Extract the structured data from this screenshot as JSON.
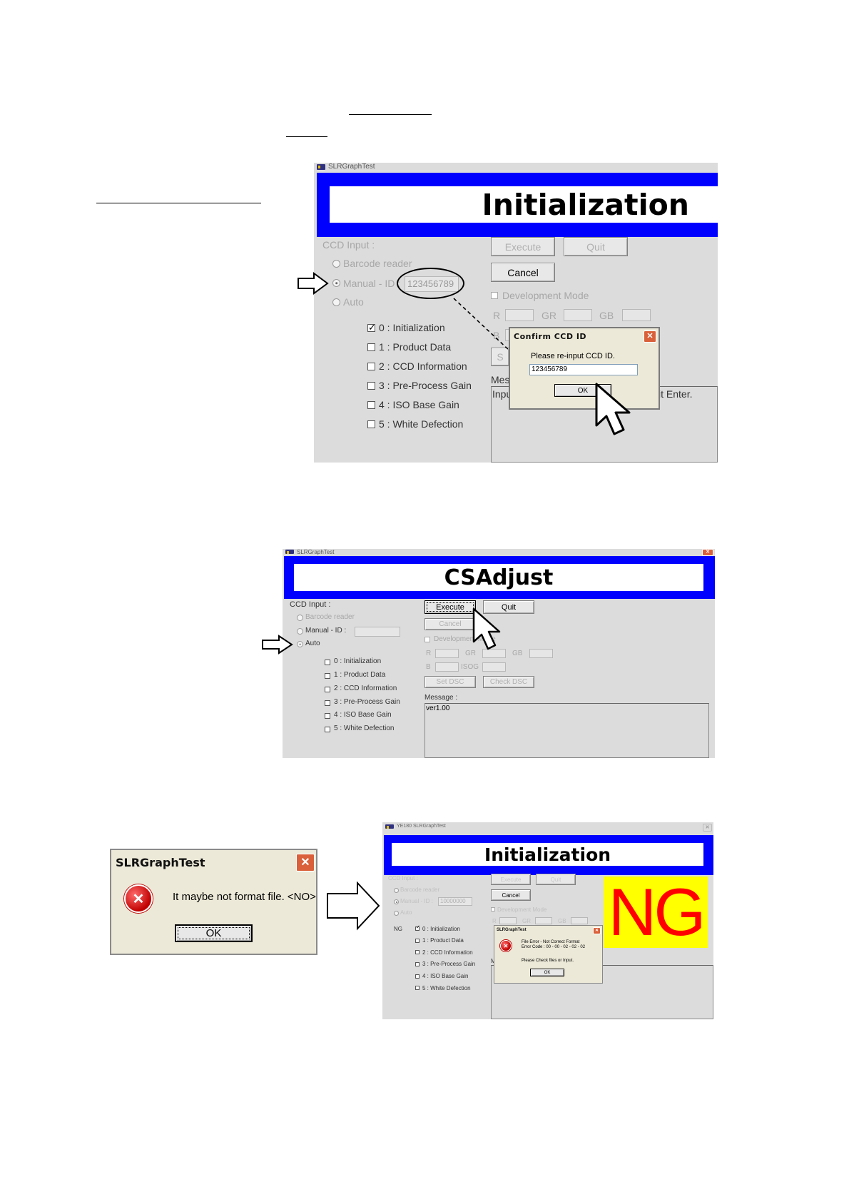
{
  "doc": {
    "underlines": 3
  },
  "shot1": {
    "title_bar": "SLRGraphTest",
    "banner": "Initialization",
    "ccd_input": "CCD Input :",
    "barcode": "Barcode reader",
    "manual": "Manual - ID :",
    "manual_value": "123456789",
    "auto": "Auto",
    "execute": "Execute",
    "quit": "Quit",
    "cancel": "Cancel",
    "dev_mode": "Development Mode",
    "r": "R",
    "gr": "GR",
    "gb": "GB",
    "b": "B",
    "message_label": "Mes",
    "message_text_left": "Inpu",
    "message_text_right": "it Enter.",
    "s_btn": "S",
    "items": [
      {
        "label": "0 : Initialization",
        "checked": true
      },
      {
        "label": "1 : Product Data",
        "checked": false
      },
      {
        "label": "2 : CCD Information",
        "checked": false
      },
      {
        "label": "3 : Pre-Process Gain",
        "checked": false
      },
      {
        "label": "4 : ISO Base Gain",
        "checked": false
      },
      {
        "label": "5 : White Defection",
        "checked": false
      }
    ],
    "dialog": {
      "title": "Confirm CCD ID",
      "prompt": "Please re-input CCD ID.",
      "value": "123456789",
      "ok": "OK"
    }
  },
  "shot2": {
    "title_bar": "SLRGraphTest",
    "banner": "CSAdjust",
    "ccd_input": "CCD Input :",
    "barcode": "Barcode reader",
    "manual": "Manual - ID :",
    "auto": "Auto",
    "execute": "Execute",
    "quit": "Quit",
    "cancel": "Cancel",
    "dev_mode": "Development Mode",
    "r": "R",
    "gr": "GR",
    "gb": "GB",
    "b": "B",
    "isog": "ISOG",
    "set_dsc": "Set DSC",
    "check_dsc": "Check DSC",
    "message_label": "Message :",
    "message_text": "ver1.00",
    "items": [
      {
        "label": "0 : Initialization",
        "checked": false
      },
      {
        "label": "1 : Product Data",
        "checked": false
      },
      {
        "label": "2 : CCD Information",
        "checked": false
      },
      {
        "label": "3 : Pre-Process Gain",
        "checked": false
      },
      {
        "label": "4 : ISO Base Gain",
        "checked": false
      },
      {
        "label": "5 : White Defection",
        "checked": false
      }
    ]
  },
  "error_dialog": {
    "title": "SLRGraphTest",
    "message": "It maybe not format file. <NO>",
    "ok": "OK",
    "icon": "error-icon"
  },
  "shot3": {
    "title_bar": "YE180 SLRGraphTest",
    "banner": "Initialization",
    "ccd_input": "CCD Input :",
    "barcode": "Barcode reader",
    "manual": "Manual - ID :",
    "manual_value": "10000000",
    "auto": "Auto",
    "execute": "Execute",
    "quit": "Quit",
    "cancel": "Cancel",
    "dev_mode": "Development Mode",
    "r": "R",
    "gr": "GR",
    "gb": "GB",
    "ng_small": "NG",
    "ng": "NG",
    "m_label": "M",
    "items": [
      {
        "label": "0 : Initialization",
        "checked": true
      },
      {
        "label": "1 : Product Data",
        "checked": false
      },
      {
        "label": "2 : CCD Information",
        "checked": false
      },
      {
        "label": "3 : Pre-Process Gain",
        "checked": false
      },
      {
        "label": "4 : ISO Base Gain",
        "checked": false
      },
      {
        "label": "5 : White Defection",
        "checked": false
      }
    ],
    "dialog": {
      "title": "SLRGraphTest",
      "line1": "File Error - Not Correct Format",
      "line2": "Error Code : 00 - 00 - 02 - 02 - 02",
      "line3": "Please Check files or Input.",
      "ok": "OK"
    }
  },
  "colors": {
    "banner_blue": "#0000ff",
    "ng_red": "#ff0000",
    "ng_yellow": "#ffff00"
  }
}
